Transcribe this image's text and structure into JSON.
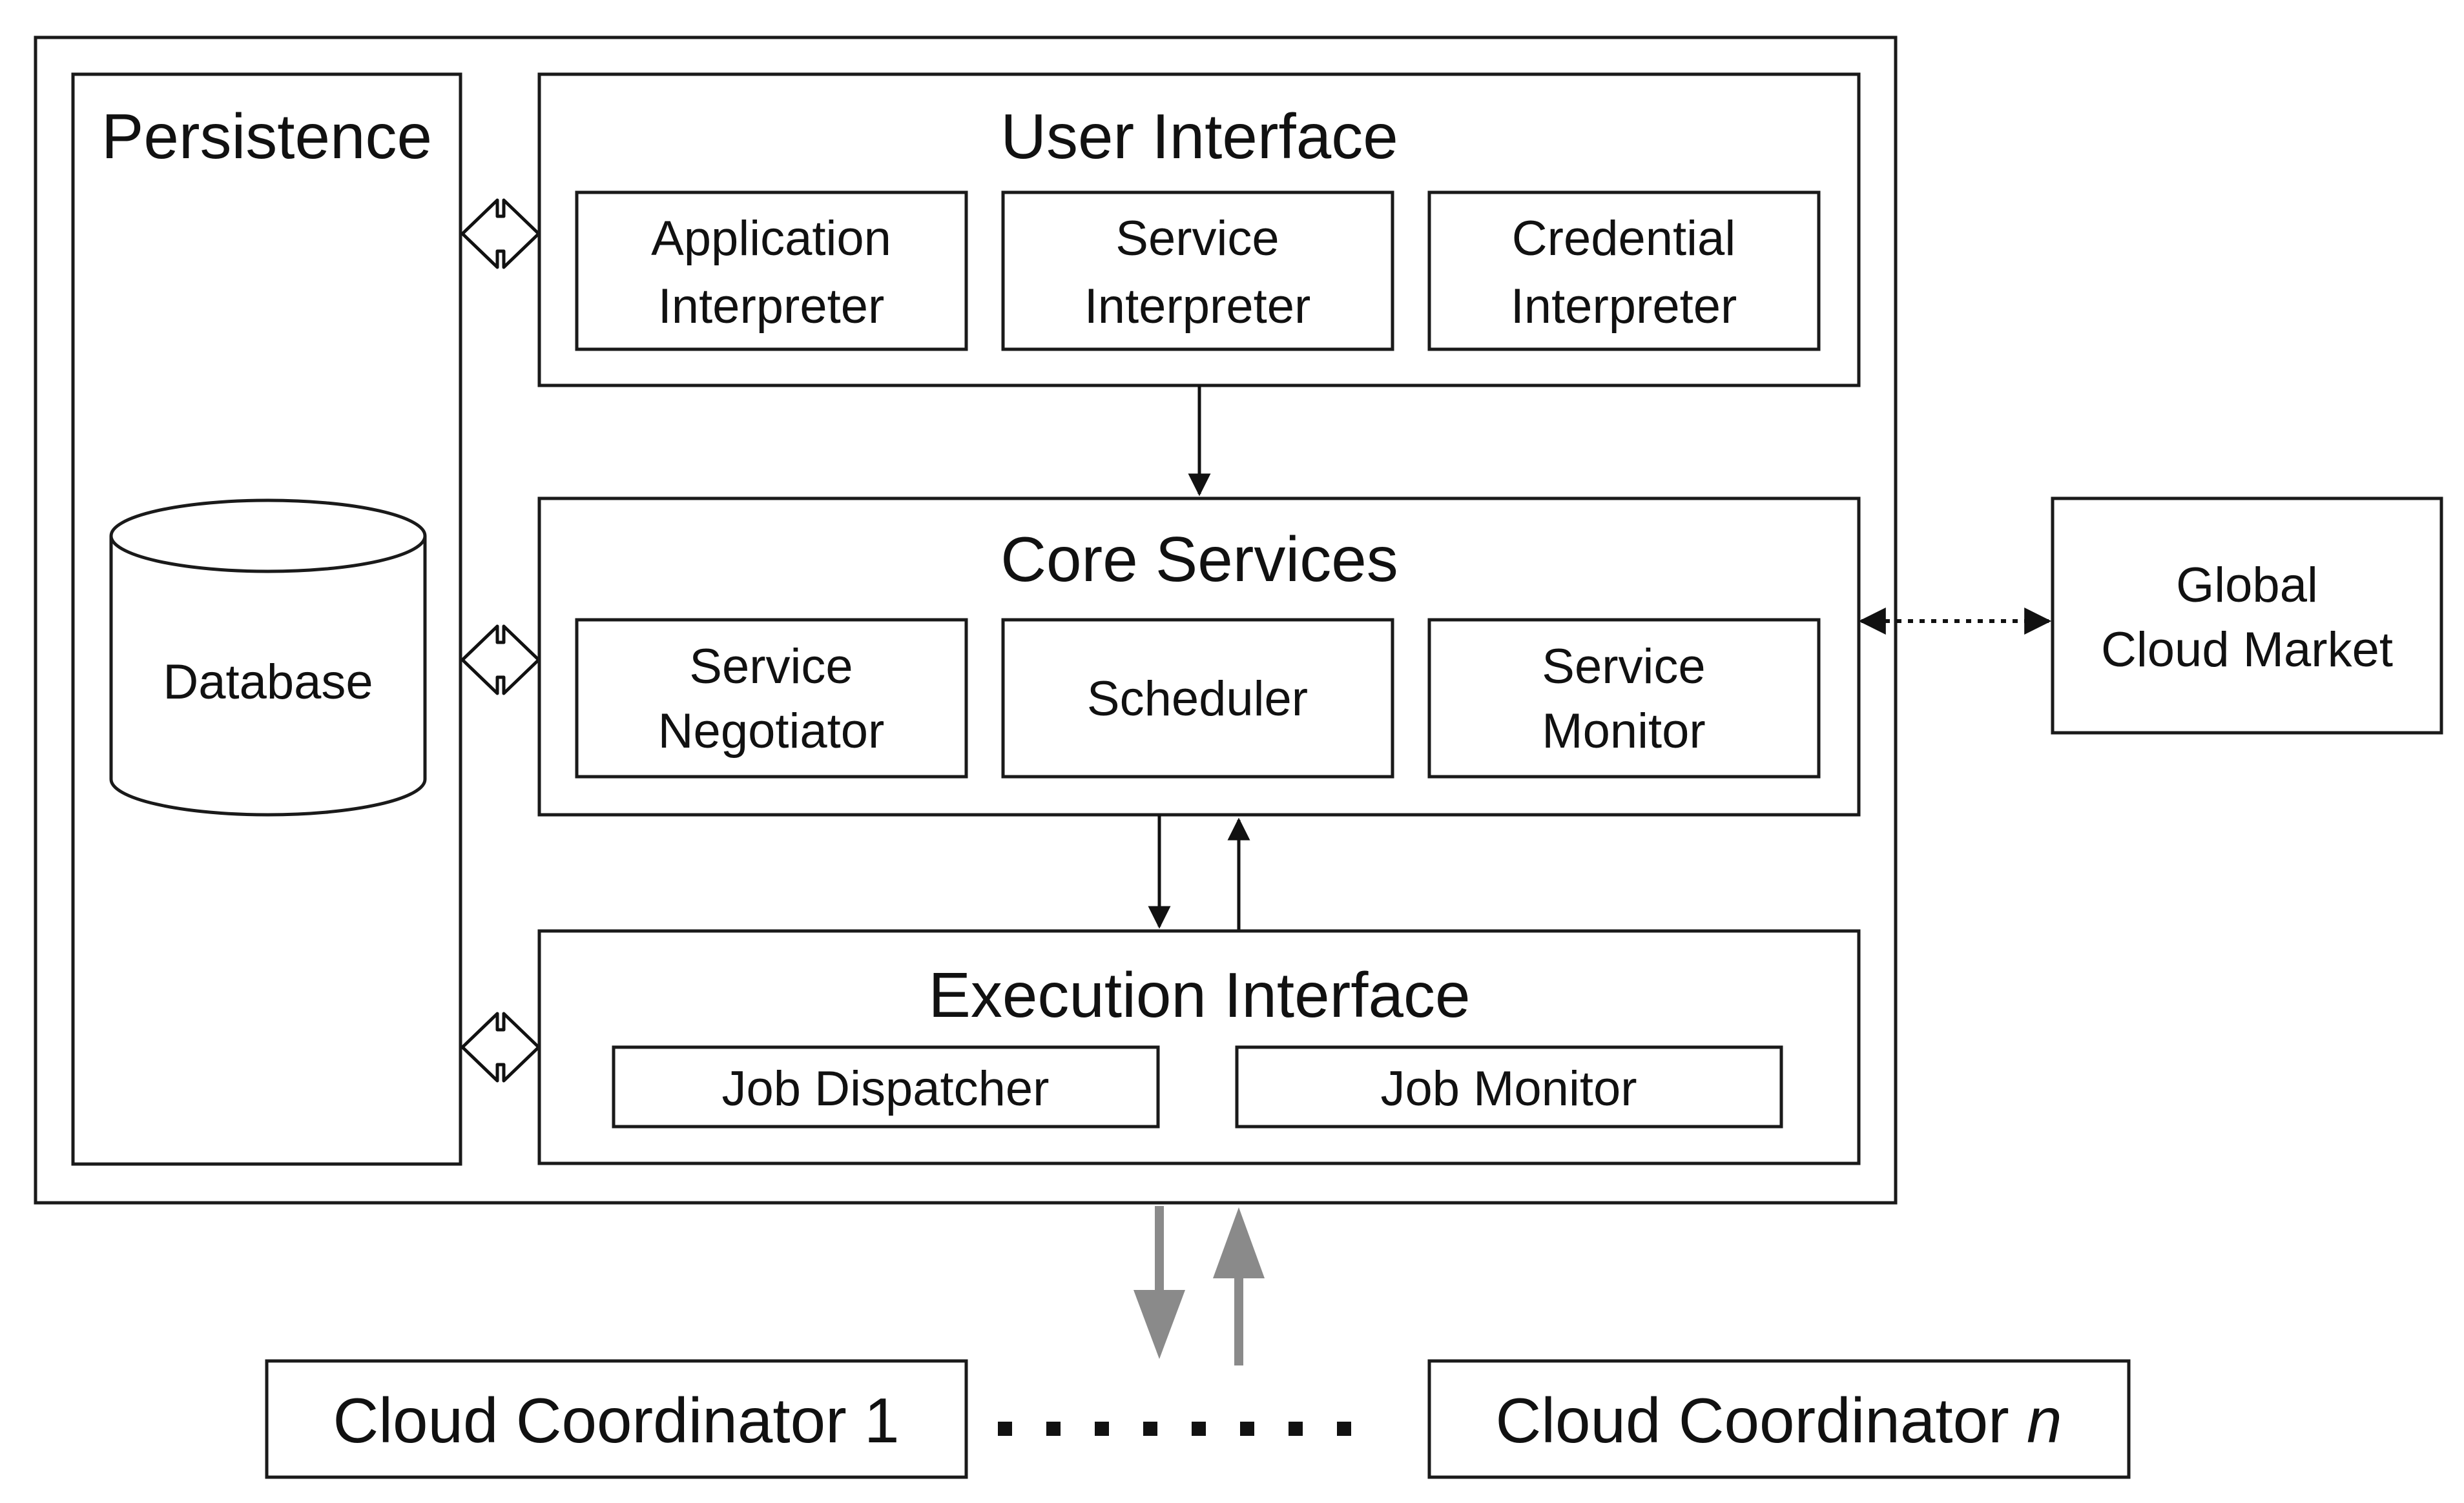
{
  "persistence": {
    "title": "Persistence",
    "database_label": "Database"
  },
  "user_interface": {
    "title": "User Interface",
    "components": [
      {
        "line1": "Application",
        "line2": "Interpreter"
      },
      {
        "line1": "Service",
        "line2": "Interpreter"
      },
      {
        "line1": "Credential",
        "line2": "Interpreter"
      }
    ]
  },
  "core_services": {
    "title": "Core Services",
    "components": [
      {
        "line1": "Service",
        "line2": "Negotiator"
      },
      {
        "line1": "Scheduler",
        "line2": ""
      },
      {
        "line1": "Service",
        "line2": "Monitor"
      }
    ]
  },
  "execution_interface": {
    "title": "Execution Interface",
    "components": [
      {
        "label": "Job Dispatcher"
      },
      {
        "label": "Job Monitor"
      }
    ]
  },
  "global_market": {
    "line1": "Global",
    "line2": "Cloud Market"
  },
  "coordinators": {
    "first": "Cloud Coordinator 1",
    "last_prefix": "Cloud Coordinator ",
    "last_suffix": "n",
    "ellipsis": "........"
  },
  "colors": {
    "stroke": "#1a1a1a",
    "grey_arrow": "#8a8a8a",
    "background": "#ffffff"
  }
}
